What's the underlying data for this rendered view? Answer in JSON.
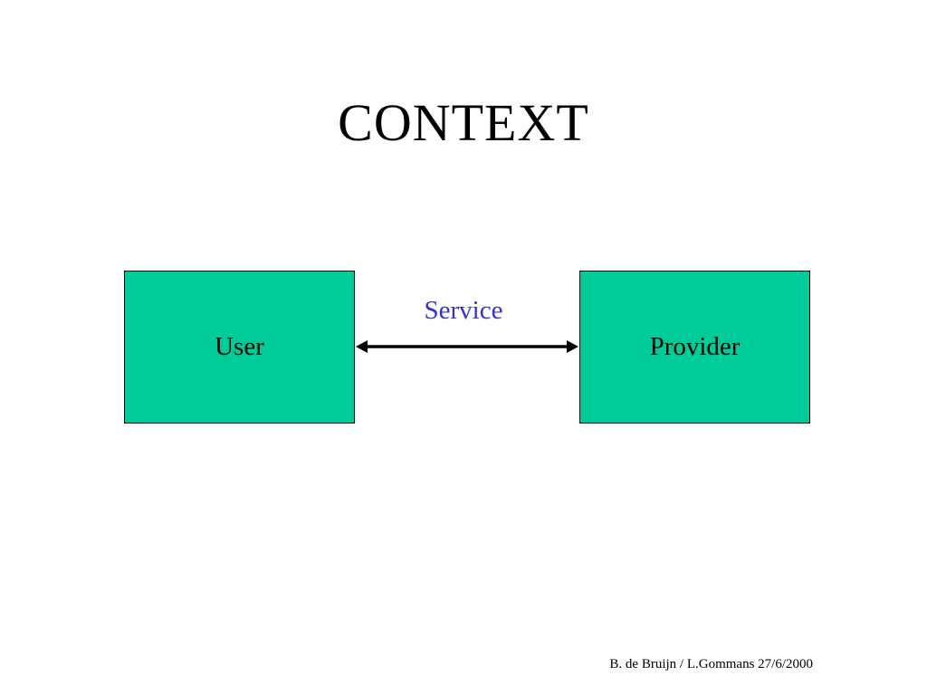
{
  "slide": {
    "title": "CONTEXT",
    "footer": "B. de Bruijn / L.Gommans 27/6/2000"
  },
  "diagram": {
    "nodes": [
      {
        "id": "user",
        "label": "User",
        "fill": "#00cc99"
      },
      {
        "id": "provider",
        "label": "Provider",
        "fill": "#00cc99"
      }
    ],
    "edges": [
      {
        "from": "user",
        "to": "provider",
        "label": "Service",
        "direction": "bidirectional",
        "label_color": "#3333cc"
      }
    ]
  }
}
